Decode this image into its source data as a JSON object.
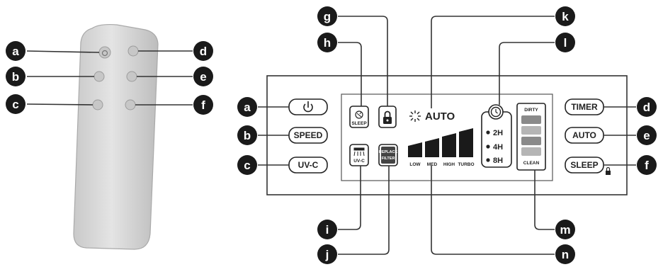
{
  "callouts": {
    "remote_left": [
      "a",
      "b",
      "c"
    ],
    "remote_right": [
      "d",
      "e",
      "f"
    ],
    "panel_left": [
      "a",
      "b",
      "c"
    ],
    "panel_right": [
      "d",
      "e",
      "f"
    ],
    "top": [
      "h",
      "g",
      "k",
      "l"
    ],
    "bottom": [
      "i",
      "j",
      "m",
      "n"
    ]
  },
  "panel_buttons": {
    "speed": "SPEED",
    "uvc": "UV-C",
    "timer": "TIMER",
    "auto": "AUTO",
    "sleep": "SLEEP"
  },
  "display": {
    "sleep_label": "SLEEP",
    "auto_label": "AUTO",
    "uvc_label": "UV-C",
    "replace_filter_line1": "REPLACE",
    "replace_filter_line2": "FILTER",
    "speed_levels": [
      "LOW",
      "MED",
      "HIGH",
      "TURBO"
    ],
    "timer_options": [
      "2H",
      "4H",
      "8H"
    ],
    "filter_dirty": "DIRTY",
    "filter_clean": "CLEAN"
  },
  "colors": {
    "callout_fill": "#1a1a1a",
    "remote_body": "#d6d6d6",
    "filter_bar_dark": "#8a8a8a",
    "filter_bar_light": "#b5b5b5"
  }
}
